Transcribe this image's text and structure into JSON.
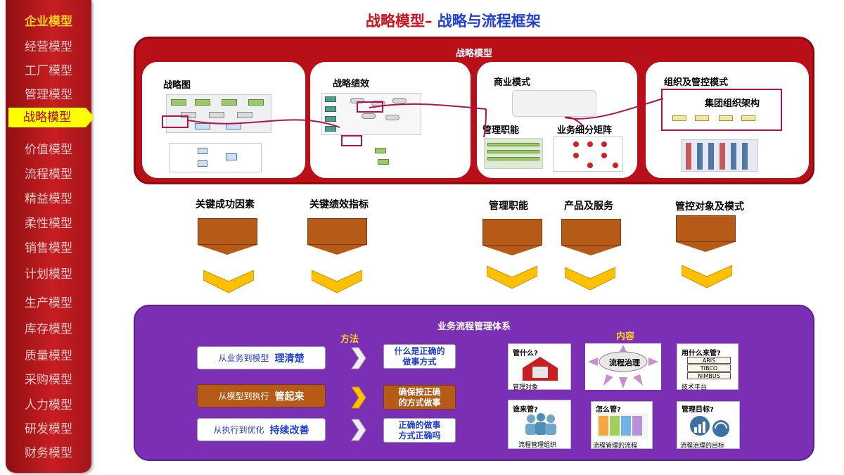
{
  "sidebar": {
    "items": [
      {
        "label": "企业模型"
      },
      {
        "label": "经营模型"
      },
      {
        "label": "工厂模型"
      },
      {
        "label": "管理模型"
      },
      {
        "label": "战略模型"
      },
      {
        "label": "价值模型"
      },
      {
        "label": "流程模型"
      },
      {
        "label": "精益模型"
      },
      {
        "label": "柔性模型"
      },
      {
        "label": "销售模型"
      },
      {
        "label": "计划模型"
      },
      {
        "label": "生产模型"
      },
      {
        "label": "库存模型"
      },
      {
        "label": "质量模型"
      },
      {
        "label": "采购模型"
      },
      {
        "label": "人力模型"
      },
      {
        "label": "研发模型"
      },
      {
        "label": "财务模型"
      }
    ],
    "active_index": 4
  },
  "title": {
    "red": "战略模型–",
    "blue": " 战略与流程框架"
  },
  "strategy_panel": {
    "title": "战略模型",
    "cards": {
      "map": "战略图",
      "performance": "战略绩效",
      "business": {
        "title": "商业模式",
        "sub_left": "管理职能",
        "sub_right": "业务细分矩阵"
      },
      "org": {
        "title": "组织及管控模式",
        "group": "集团组织架构"
      }
    }
  },
  "flow": {
    "labels": [
      "关键成功因素",
      "关键绩效指标",
      "管理职能",
      "产品及服务",
      "管控对象及模式"
    ]
  },
  "process_panel": {
    "title": "业务流程管理体系",
    "method_title": "方法",
    "content_title": "内容",
    "methods": [
      {
        "small": "从业务到模型",
        "big": "理清楚",
        "result": [
          "什么是正确的",
          "做事方式"
        ]
      },
      {
        "small": "从模型到执行",
        "big": "管起来",
        "result": [
          "确保按正确",
          "的方式做事"
        ]
      },
      {
        "small": "从执行到优化",
        "big": "持续改善",
        "result": [
          "正确的做事",
          "方式正确吗"
        ]
      }
    ],
    "contents": [
      {
        "title": "管什么?",
        "caption": "管理对象"
      },
      {
        "title": "流程治理",
        "caption": ""
      },
      {
        "title": "用什么来管?",
        "caption": "技术平台",
        "tools": [
          "ARIS",
          "TIBCO",
          "NIMBUS"
        ]
      },
      {
        "title": "谁来管?",
        "caption": "流程管理组织"
      },
      {
        "title": "怎么管?",
        "caption": "流程管理的流程"
      },
      {
        "title": "管理目标?",
        "caption": "流程治理的目标"
      }
    ]
  },
  "colors": {
    "sidebar": "#c81e22",
    "highlight": "#ffff00",
    "red_panel": "#b80f18",
    "purple_panel": "#7a2fb5",
    "brown": "#b65a17",
    "chevron": "#ffc000",
    "title_red": "#d0121b",
    "title_blue": "#1f3fd6"
  }
}
